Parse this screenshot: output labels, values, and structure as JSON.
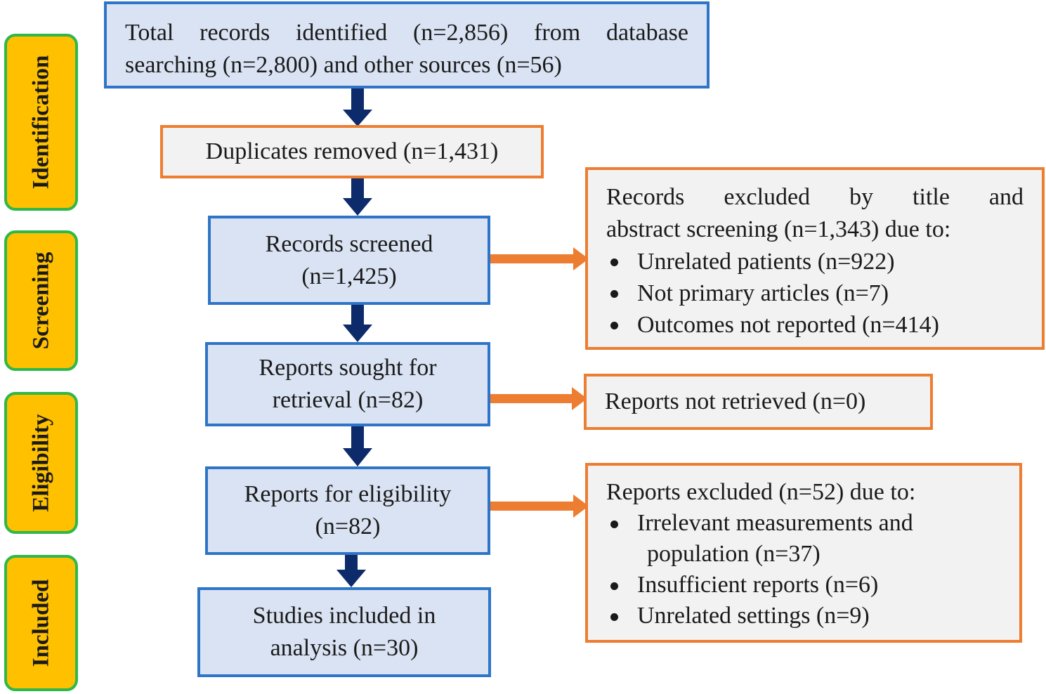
{
  "stages": {
    "identification": "Identification",
    "screening": "Screening",
    "eligibility": "Eligibility",
    "included": "Included"
  },
  "identified": {
    "line1": "Total records identified (n=2,856) from database",
    "line2": "searching (n=2,800) and other sources (n=56)"
  },
  "duplicates": "Duplicates removed (n=1,431)",
  "screened": {
    "line1": "Records screened",
    "line2": "(n=1,425)"
  },
  "excluded_screening": {
    "line1": "Records excluded by title and",
    "line2": "abstract screening (n=1,343) due to:",
    "reasons": [
      "Unrelated patients (n=922)",
      "Not primary articles (n=7)",
      "Outcomes not reported (n=414)"
    ]
  },
  "sought": {
    "line1": "Reports sought for",
    "line2": "retrieval (n=82)"
  },
  "not_retrieved": "Reports not retrieved (n=0)",
  "eligibility": {
    "line1": "Reports for eligibility",
    "line2": "(n=82)"
  },
  "excluded_eligibility": {
    "header": "Reports excluded (n=52) due to:",
    "reason1_line1": "Irrelevant measurements and",
    "reason1_line2": "population (n=37)",
    "reason2": "Insufficient reports (n=6)",
    "reason3": "Unrelated settings (n=9)"
  },
  "included": {
    "line1": "Studies included in",
    "line2": "analysis (n=30)"
  },
  "colors": {
    "stage_fill": "#ffc000",
    "stage_border": "#2eb84a",
    "main_fill": "#dae3f3",
    "main_border": "#2e75c8",
    "side_fill": "#f2f2f2",
    "side_border": "#ed7d31",
    "down_arrow": "#0d2a6b",
    "side_arrow": "#ed7d31"
  }
}
